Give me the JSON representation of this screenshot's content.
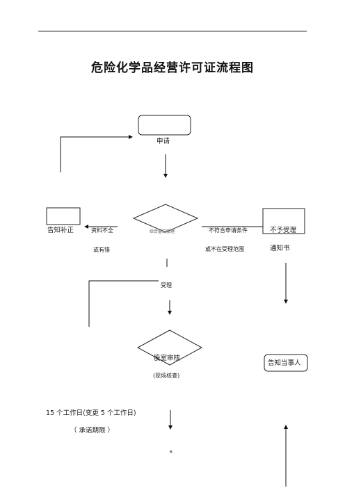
{
  "document": {
    "title": "危险化学品经营许可证流程图",
    "page_number": "6"
  },
  "flow": {
    "apply": "申请",
    "notify_correction": "告知补正",
    "incomplete_line1": "资料不全",
    "incomplete_line2": "或有错",
    "window_accept": "综合窗口受理",
    "not_meet_line1": "不符合申请条件",
    "not_meet_line2": "或不在受理范围",
    "reject_line1": "不予受理",
    "reject_line2": "通知书",
    "accepted": "受理",
    "review": "股室审核",
    "site_check": "(现场核查)",
    "notify_party": "告知当事人",
    "time_limit": "15 个工作日(变更 5 个工作日)",
    "promise_limit": "（ 承诺期限 ）"
  }
}
